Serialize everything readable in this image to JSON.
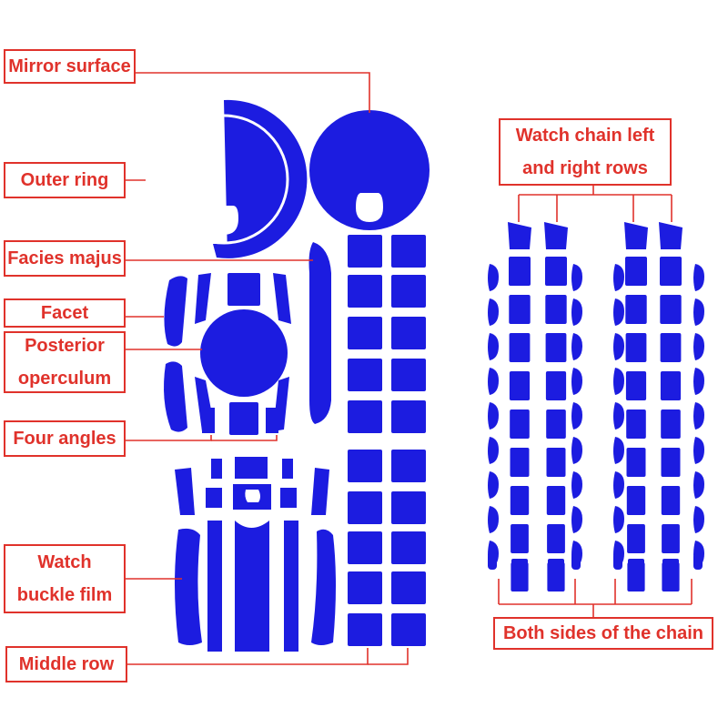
{
  "colors": {
    "film": "#1c1ce0",
    "callout": "#e0322b",
    "background": "#ffffff"
  },
  "labels": {
    "mirror_surface": "Mirror surface",
    "outer_ring": "Outer ring",
    "facies_majus": "Facies majus",
    "facet": "Facet",
    "posterior_operculum": [
      "Posterior",
      "operculum"
    ],
    "four_angles": "Four angles",
    "watch_buckle_film": [
      "Watch",
      "buckle film"
    ],
    "middle_row": "Middle row",
    "watch_chain_left_right_rows": [
      "Watch chain left",
      "and right rows"
    ],
    "both_sides_of_chain": "Both sides of the chain"
  }
}
